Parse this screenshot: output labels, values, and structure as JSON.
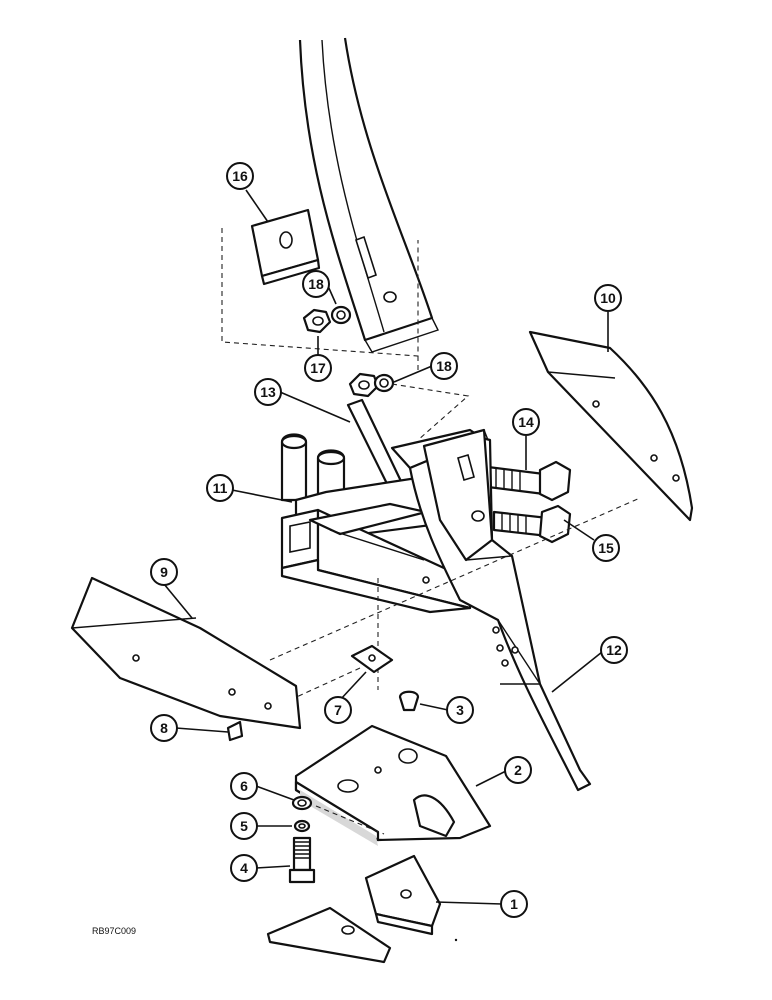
{
  "diagram": {
    "reference_code": "RB97C009",
    "callouts": [
      {
        "id": "c1",
        "label": "1"
      },
      {
        "id": "c2",
        "label": "2"
      },
      {
        "id": "c3",
        "label": "3"
      },
      {
        "id": "c4",
        "label": "4"
      },
      {
        "id": "c5",
        "label": "5"
      },
      {
        "id": "c6",
        "label": "6"
      },
      {
        "id": "c7",
        "label": "7"
      },
      {
        "id": "c8",
        "label": "8"
      },
      {
        "id": "c9",
        "label": "9"
      },
      {
        "id": "c10",
        "label": "10"
      },
      {
        "id": "c11",
        "label": "11"
      },
      {
        "id": "c12",
        "label": "12"
      },
      {
        "id": "c13",
        "label": "13"
      },
      {
        "id": "c14",
        "label": "14"
      },
      {
        "id": "c15",
        "label": "15"
      },
      {
        "id": "c16",
        "label": "16"
      },
      {
        "id": "c17",
        "label": "17"
      },
      {
        "id": "c18a",
        "label": "18"
      },
      {
        "id": "c18b",
        "label": "18"
      }
    ]
  }
}
